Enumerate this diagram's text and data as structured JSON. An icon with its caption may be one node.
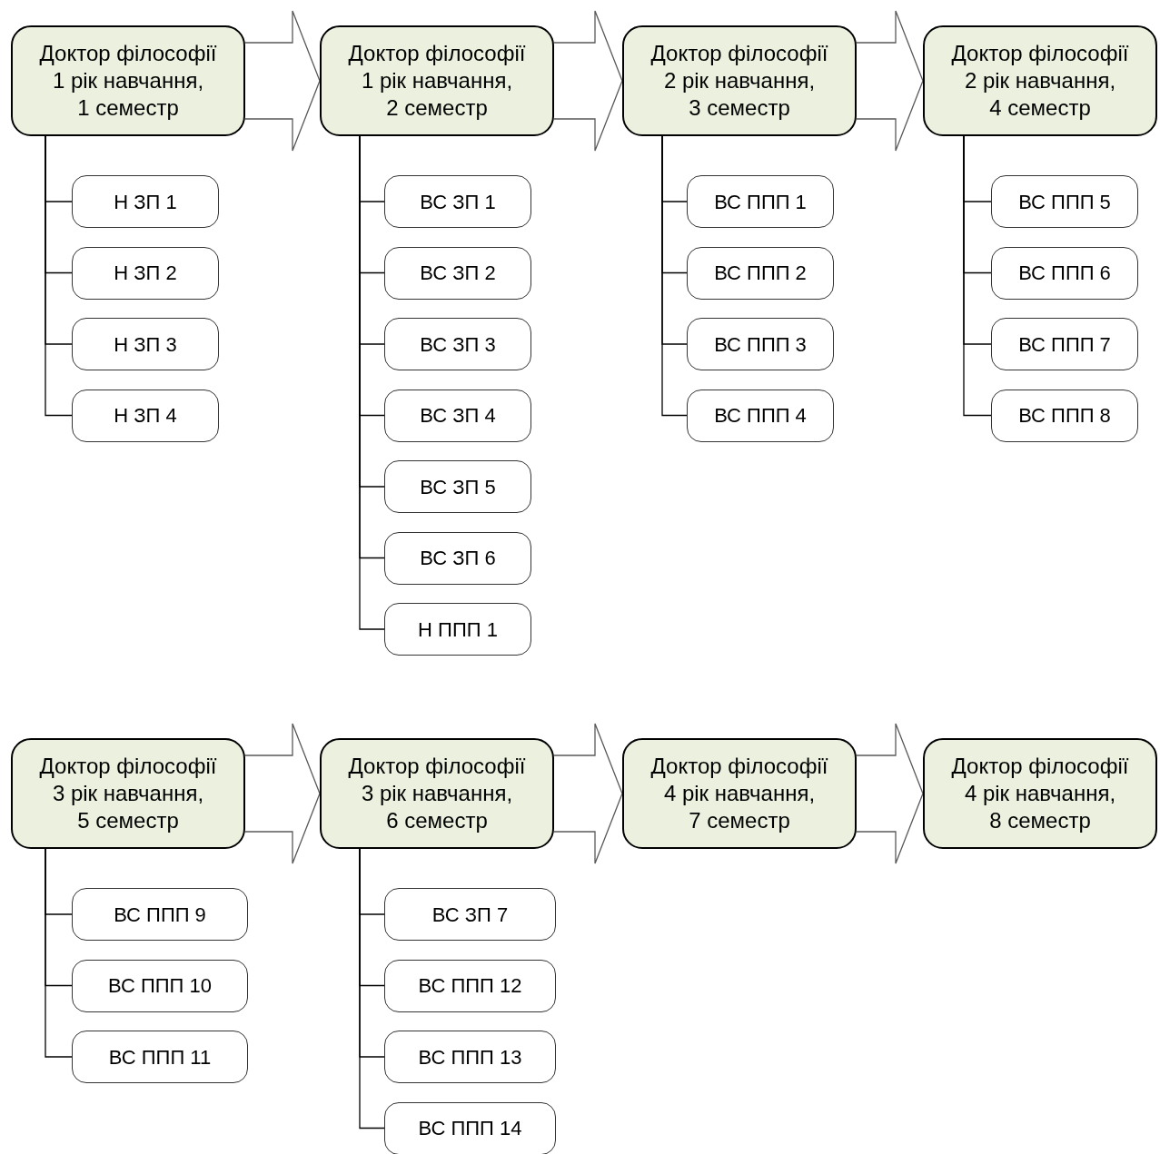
{
  "diagram": {
    "nodes": [
      {
        "text": [
          "Доктор філософії",
          "1 рік навчання, 1 семестр"
        ]
      },
      {
        "text": [
          "Н ЗП 1"
        ]
      },
      {
        "text": [
          "Н ЗП 2"
        ]
      },
      {
        "text": [
          "Н ЗП 3"
        ]
      },
      {
        "text": [
          "Н ЗП 4"
        ]
      },
      {
        "text": [
          "Доктор філософії",
          "1 рік навчання, 2 семестр"
        ]
      },
      {
        "text": [
          "ВС ЗП 1"
        ]
      },
      {
        "text": [
          "ВС ЗП 2"
        ]
      },
      {
        "text": [
          "ВС ЗП 3"
        ]
      },
      {
        "text": [
          "ВС ЗП 4"
        ]
      },
      {
        "text": [
          "ВС ЗП 5"
        ]
      },
      {
        "text": [
          "ВС ЗП 6"
        ]
      },
      {
        "text": [
          "Н ППП 1"
        ]
      },
      {
        "text": [
          "Доктор філософії",
          "2 рік навчання, 3 семестр"
        ]
      },
      {
        "text": [
          "ВС ППП 1"
        ]
      },
      {
        "text": [
          "ВС ППП 2"
        ]
      },
      {
        "text": [
          "ВС ППП 3"
        ]
      },
      {
        "text": [
          "ВС ППП 4"
        ]
      },
      {
        "text": [
          "Доктор філософії",
          "2 рік навчання, 4 семестр"
        ]
      },
      {
        "text": [
          "ВС ППП 5"
        ]
      },
      {
        "text": [
          "ВС ППП 6"
        ]
      },
      {
        "text": [
          "ВС ППП 7"
        ]
      },
      {
        "text": [
          "ВС ППП 8"
        ]
      },
      {
        "text": [
          "Доктор філософії",
          "3 рік навчання, 5 семестр"
        ]
      },
      {
        "text": [
          "ВС ППП 9"
        ]
      },
      {
        "text": [
          "ВС ППП 10"
        ]
      },
      {
        "text": [
          "ВС ППП 11"
        ]
      },
      {
        "text": [
          "Доктор філософії",
          "3 рік навчання, 6 семестр"
        ]
      },
      {
        "text": [
          "ВС ЗП 7"
        ]
      },
      {
        "text": [
          "ВС ППП 12"
        ]
      },
      {
        "text": [
          "ВС ППП 13"
        ]
      },
      {
        "text": [
          "ВС ППП 14"
        ]
      },
      {
        "text": [
          "Доктор філософії",
          "4 рік навчання, 7 семестр"
        ]
      },
      {
        "text": [
          "Доктор філософії",
          "4 рік навчання, 8 семестр"
        ]
      }
    ],
    "edges": [
      {
        "from": 0,
        "to": 5,
        "arrow": "to",
        "style": "thick"
      },
      {
        "from": 5,
        "to": 13,
        "arrow": "to",
        "style": "thick"
      },
      {
        "from": 13,
        "to": 18,
        "arrow": "to",
        "style": "thick"
      },
      {
        "from": 23,
        "to": 27,
        "arrow": "to",
        "style": "thick"
      },
      {
        "from": 27,
        "to": 32,
        "arrow": "to",
        "style": "thick"
      },
      {
        "from": 32,
        "to": 33,
        "arrow": "to",
        "style": "thick"
      },
      {
        "from": 0,
        "to": 1,
        "arrow": "none"
      },
      {
        "from": 0,
        "to": 2,
        "arrow": "none"
      },
      {
        "from": 0,
        "to": 3,
        "arrow": "none"
      },
      {
        "from": 0,
        "to": 4,
        "arrow": "none"
      },
      {
        "from": 5,
        "to": 6,
        "arrow": "none"
      },
      {
        "from": 5,
        "to": 7,
        "arrow": "none"
      },
      {
        "from": 5,
        "to": 8,
        "arrow": "none"
      },
      {
        "from": 5,
        "to": 9,
        "arrow": "none"
      },
      {
        "from": 5,
        "to": 10,
        "arrow": "none"
      },
      {
        "from": 5,
        "to": 11,
        "arrow": "none"
      },
      {
        "from": 5,
        "to": 12,
        "arrow": "none"
      },
      {
        "from": 13,
        "to": 14,
        "arrow": "none"
      },
      {
        "from": 13,
        "to": 15,
        "arrow": "none"
      },
      {
        "from": 13,
        "to": 16,
        "arrow": "none"
      },
      {
        "from": 13,
        "to": 17,
        "arrow": "none"
      },
      {
        "from": 18,
        "to": 19,
        "arrow": "none"
      },
      {
        "from": 18,
        "to": 20,
        "arrow": "none"
      },
      {
        "from": 18,
        "to": 21,
        "arrow": "none"
      },
      {
        "from": 18,
        "to": 22,
        "arrow": "none"
      },
      {
        "from": 23,
        "to": 24,
        "arrow": "none"
      },
      {
        "from": 23,
        "to": 25,
        "arrow": "none"
      },
      {
        "from": 23,
        "to": 26,
        "arrow": "none"
      },
      {
        "from": 27,
        "to": 28,
        "arrow": "none"
      },
      {
        "from": 27,
        "to": 29,
        "arrow": "none"
      },
      {
        "from": 27,
        "to": 30,
        "arrow": "none"
      },
      {
        "from": 27,
        "to": 31,
        "arrow": "none"
      }
    ]
  }
}
